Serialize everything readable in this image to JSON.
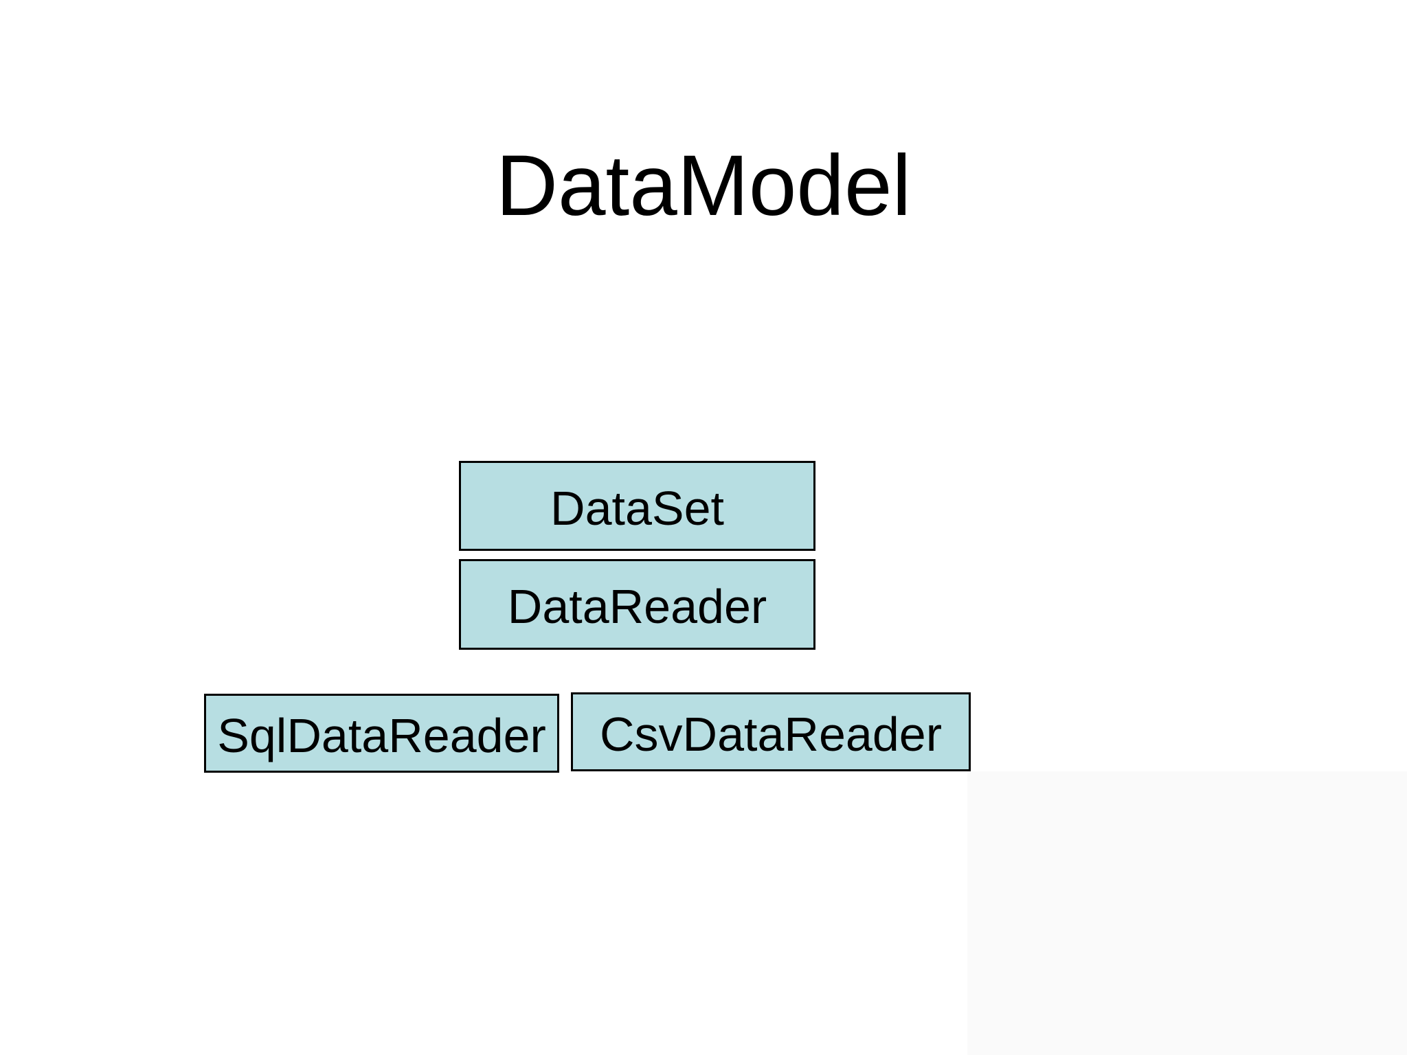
{
  "slide": {
    "title": "DataModel",
    "nodes": [
      {
        "id": "dataset",
        "label": "DataSet"
      },
      {
        "id": "datareader",
        "label": "DataReader"
      },
      {
        "id": "sqldatareader",
        "label": "SqlDataReader"
      },
      {
        "id": "csvdatareader",
        "label": "CsvDataReader"
      }
    ],
    "colors": {
      "background": "#ffffff",
      "node_fill": "#b7dee2",
      "node_border": "#000000",
      "text": "#000000",
      "corner_shade": "#fafafa"
    }
  }
}
